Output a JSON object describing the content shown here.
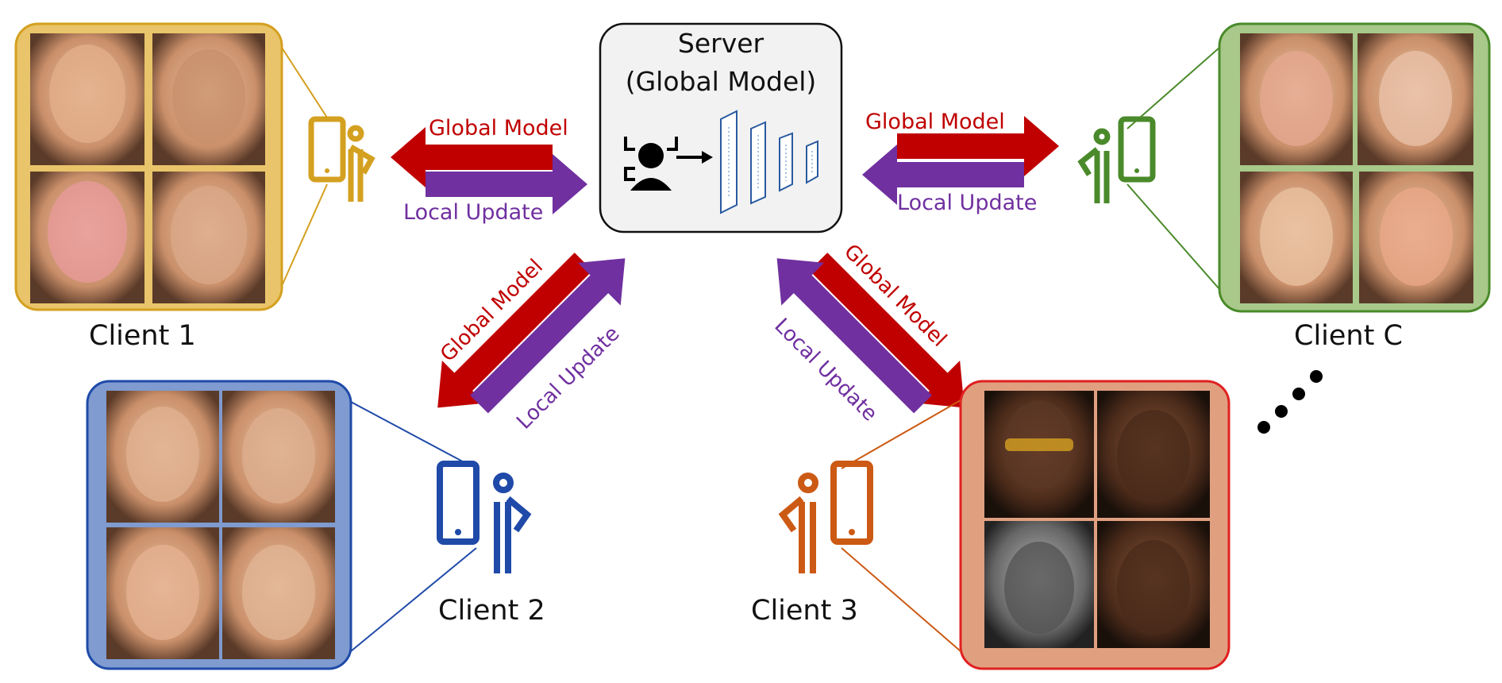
{
  "server": {
    "title_line1": "Server",
    "title_line2": "(Global Model)"
  },
  "arrows": {
    "global_model": "Global Model",
    "local_update": "Local Update"
  },
  "clients": [
    {
      "label": "Client 1",
      "color": "#d4a020",
      "fill": "#e9c46a"
    },
    {
      "label": "Client 2",
      "color": "#1f4aa8",
      "fill": "#7f9bd0"
    },
    {
      "label": "Client 3",
      "color": "#cc5a14",
      "fill": "#e0a080"
    },
    {
      "label": "Client C",
      "color": "#4a8a2a",
      "fill": "#a8c98a"
    }
  ],
  "ellipsis": "....",
  "colors": {
    "global_arrow": "#c00000",
    "local_arrow": "#7030a0"
  },
  "icons": [
    "face-scan-icon",
    "neural-network-icon",
    "phone-person-icon"
  ]
}
